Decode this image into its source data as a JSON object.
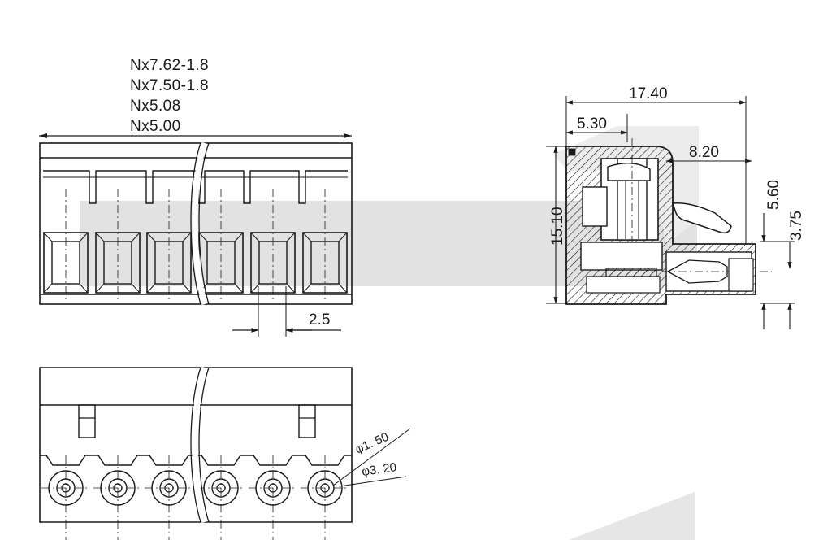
{
  "pitch_labels": [
    "Nx7.62-1.8",
    "Nx7.50-1.8",
    "Nx5.08",
    "Nx5.00"
  ],
  "front_view": {
    "pin_count": 6,
    "dimension_opening": "2.5"
  },
  "side_view": {
    "dim_overall_depth": "17.40",
    "dim_screw_offset": "5.30",
    "dim_lever": "8.20",
    "dim_height": "15.10",
    "dim_upper": "5.60",
    "dim_lower": "3.75"
  },
  "bottom_view": {
    "hole_inner": "φ1. 50",
    "hole_outer": "φ3. 20"
  },
  "colors": {
    "line": "#1a1a1a",
    "watermark": "#e2e2e2",
    "background": "#ffffff"
  }
}
